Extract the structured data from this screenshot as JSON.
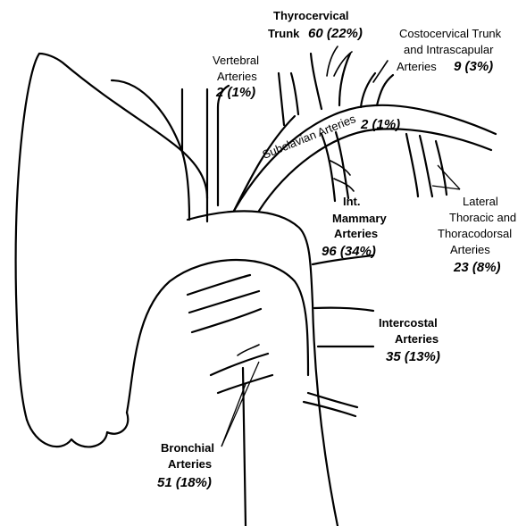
{
  "labels": {
    "thyrocervical": {
      "line1": "Thyrocervical",
      "line2": "Trunk",
      "count": "60 (22%)"
    },
    "costocervical": {
      "line1": "Costocervical Trunk",
      "line2": "and Intrascapular",
      "line3": "Arteries",
      "count": "9 (3%)"
    },
    "vertebral": {
      "line1": "Vertebral",
      "line2": "Arteries",
      "count": "2 (1%)"
    },
    "subclavian": {
      "text": "Subclavian Arteries",
      "count": "2 (1%)"
    },
    "int_mammary": {
      "line1": "Int.",
      "line2": "Mammary",
      "line3": "Arteries",
      "count": "96 (34%)"
    },
    "lateral_thoracic": {
      "line1": "Lateral",
      "line2": "Thoracic and",
      "line3": "Thoracodorsal",
      "line4": "Arteries",
      "count": "23 (8%)"
    },
    "intercostal": {
      "line1": "Intercostal",
      "line2": "Arteries",
      "count": "35 (13%)"
    },
    "bronchial": {
      "line1": "Bronchial",
      "line2": "Arteries",
      "count": "51 (18%)"
    }
  }
}
